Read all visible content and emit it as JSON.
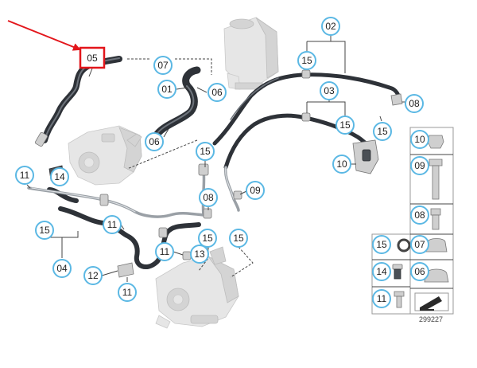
{
  "diagram_id": "299227",
  "colors": {
    "callout_border": "#5bb8e4",
    "highlight": "#e3161b",
    "pointer_arrow": "#e3161b"
  },
  "highlighted_part": "05",
  "callouts": {
    "p05": "05",
    "p07a": "07",
    "p01": "01",
    "p06a": "06",
    "p06b": "06",
    "p02": "02",
    "p15a": "15",
    "p03": "03",
    "p15b": "15",
    "p08a": "08",
    "p15c": "15",
    "p10a": "10",
    "p15d": "15",
    "p11a": "11",
    "p14a": "14",
    "p08b": "08",
    "p09a": "09",
    "p11b": "11",
    "p15e": "15",
    "p15f": "15",
    "p11c": "11",
    "p15g": "15",
    "p13": "13",
    "p04": "04",
    "p12": "12",
    "p11d": "11",
    "r10": "10",
    "r09": "09",
    "r08": "08",
    "r15": "15",
    "r07": "07",
    "r14": "14",
    "r06": "06",
    "r11": "11"
  },
  "icons": {
    "pointer": "red-arrow-icon",
    "stamp": "catalog-stamp-icon"
  }
}
